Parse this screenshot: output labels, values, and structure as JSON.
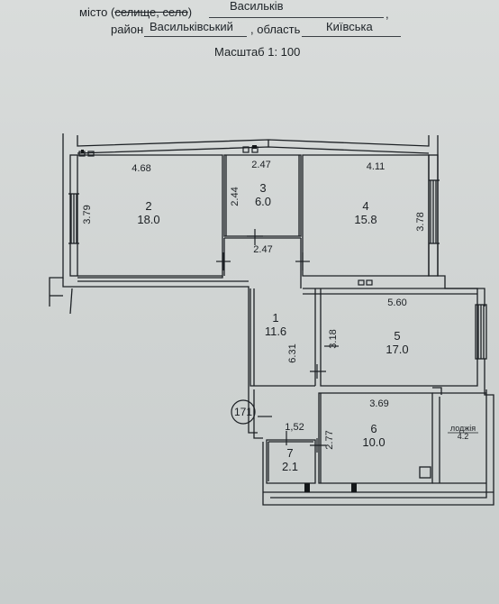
{
  "header": {
    "city_label_prefix": "місто (",
    "city_label_strike": "селище, село",
    "city_label_suffix": ")",
    "city_value": "Васильків",
    "district_label": "район",
    "district_value": "Васильківський",
    "region_label": ", область",
    "region_value": "Київська",
    "comma": ","
  },
  "scale": "Масштаб 1: 100",
  "plan": {
    "rooms": [
      {
        "number": "1",
        "area": "11.6"
      },
      {
        "number": "2",
        "area": "18.0"
      },
      {
        "number": "3",
        "area": "6.0"
      },
      {
        "number": "4",
        "area": "15.8"
      },
      {
        "number": "5",
        "area": "17.0"
      },
      {
        "number": "6",
        "area": "10.0"
      },
      {
        "number": "7",
        "area": "2.1"
      }
    ],
    "loggia": {
      "label": "лоджія",
      "area": "4.2"
    },
    "dimensions": {
      "d468": "4.68",
      "d379": "3.79",
      "d247a": "2.47",
      "d244": "2.44",
      "d411": "4.11",
      "d378": "3.78",
      "d247b": "2.47",
      "d560": "5.60",
      "d631": "6.31",
      "d318": "3.18",
      "d369": "3.69",
      "d152": "1,52",
      "d277": "2.77"
    },
    "apartment_number": "171"
  }
}
